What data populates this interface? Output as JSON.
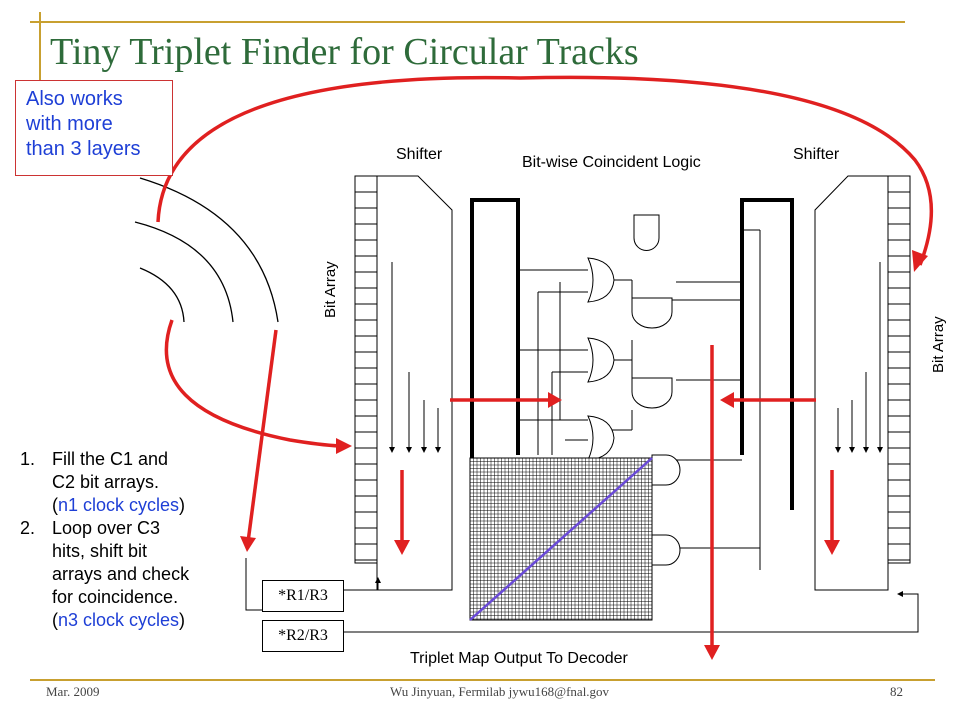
{
  "slide": {
    "title": "Tiny Triplet Finder for Circular Tracks",
    "note_lines": [
      "Also works",
      "with more",
      "than 3 layers"
    ],
    "labels": {
      "shifter_left": "Shifter",
      "shifter_right": "Shifter",
      "coincident_logic": "Bit-wise Coincident Logic",
      "bit_array_left": "Bit Array",
      "bit_array_right": "Bit Array",
      "output": "Triplet Map Output To Decoder"
    },
    "registers": [
      "*R1/R3",
      "*R2/R3"
    ],
    "steps": [
      {
        "num": "1.",
        "lines": [
          {
            "text": "Fill the C1 and",
            "highlight": false
          },
          {
            "text": "C2 bit arrays.",
            "highlight": false
          },
          {
            "pre": "(",
            "text": "n1 clock cycles",
            "post": ")",
            "highlight": true
          }
        ]
      },
      {
        "num": "2.",
        "lines": [
          {
            "text": "Loop over C3",
            "highlight": false
          },
          {
            "text": "hits, shift bit",
            "highlight": false
          },
          {
            "text": "arrays and check",
            "highlight": false
          },
          {
            "text": "for coincidence.",
            "highlight": false
          },
          {
            "pre": "(",
            "text": "n3 clock cycles",
            "post": ")",
            "highlight": true
          }
        ]
      }
    ],
    "footer": {
      "date": "Mar. 2009",
      "author": "Wu Jinyuan, Fermilab jywu168@fnal.gov",
      "page": "82"
    },
    "colors": {
      "title": "#2e6b3a",
      "accent_lines": "#c8a030",
      "arrows": "#e02020",
      "note_text": "#1e3fd6",
      "note_border": "#cc3333",
      "diagonal": "#6a4ad8"
    },
    "icons": [
      "and-gate-icon",
      "or-gate-icon",
      "arrow-icon"
    ]
  }
}
